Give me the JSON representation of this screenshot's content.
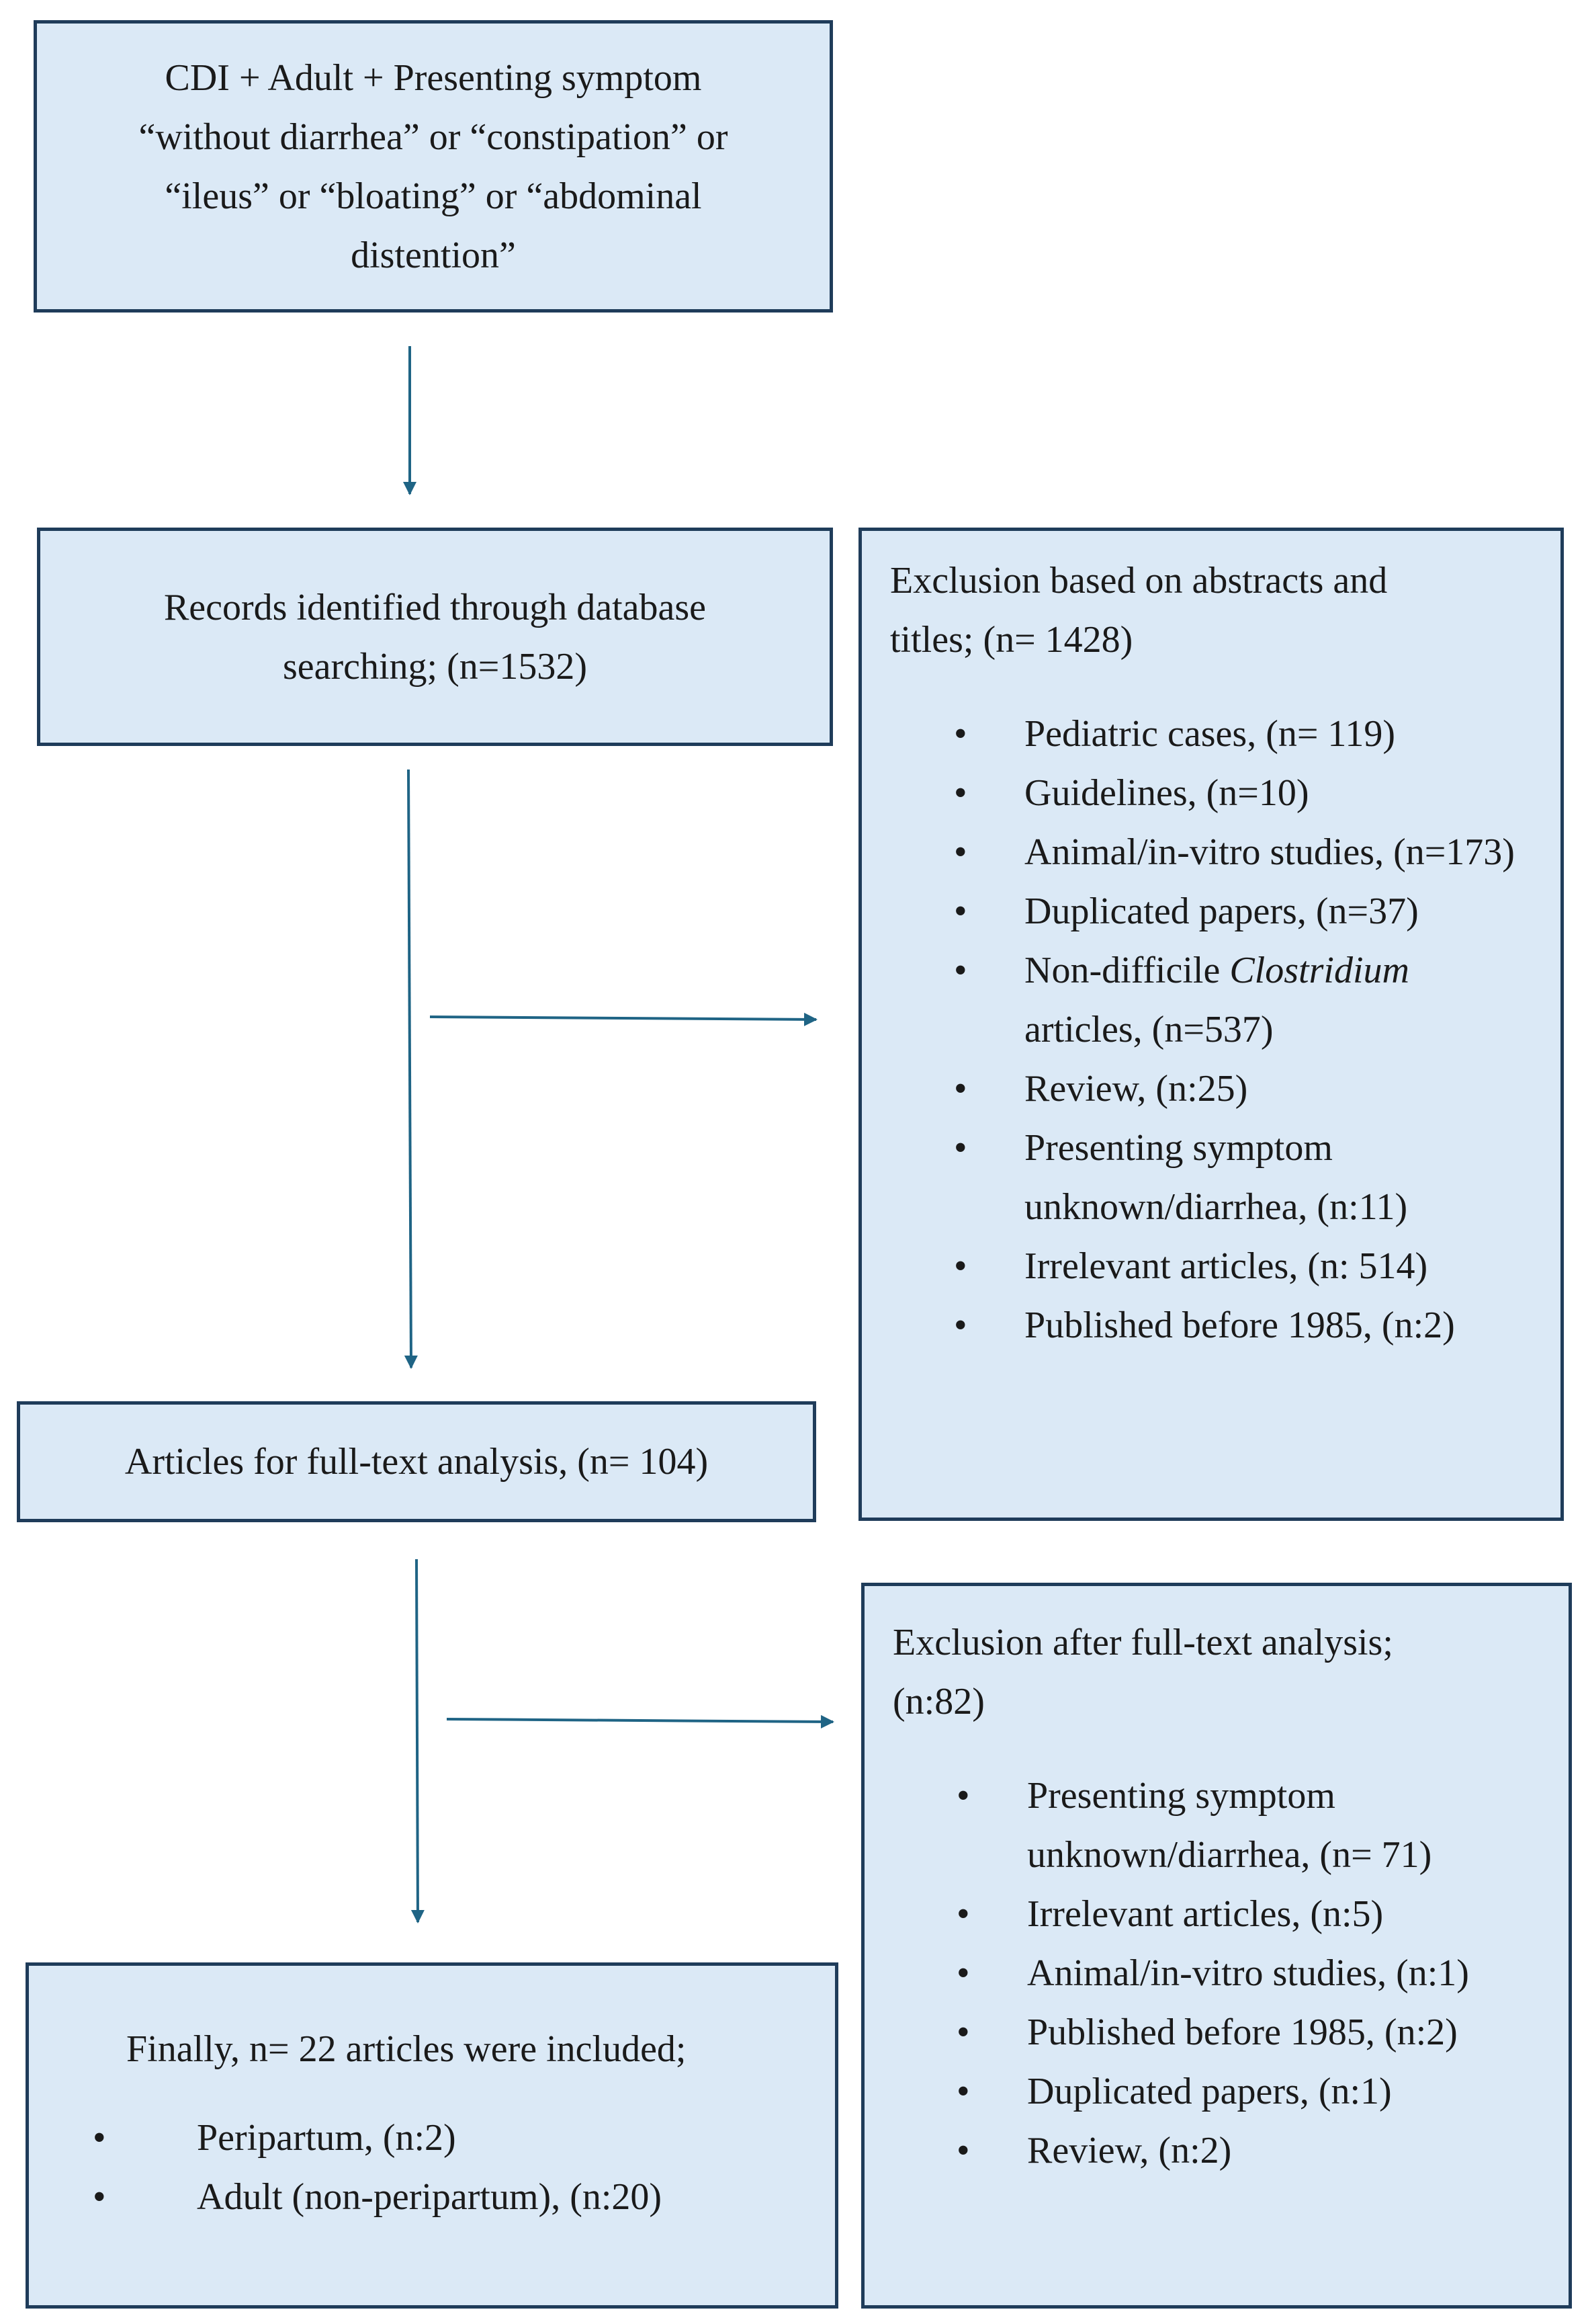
{
  "search_box": {
    "lines": [
      "CDI + Adult + Presenting symptom",
      "“without diarrhea” or “constipation” or",
      "“ileus” or “bloating” or “abdominal",
      "distention”"
    ]
  },
  "records_box": {
    "lines": [
      "Records identified through database",
      "searching; (n=1532)"
    ]
  },
  "exclusion1": {
    "heading_lines": [
      "Exclusion based on abstracts and",
      "titles; (n= 1428)"
    ],
    "items": [
      "Pediatric cases, (n= 119)",
      "Guidelines, (n=10)",
      "Animal/in-vitro studies, (n=173)",
      "Duplicated papers, (n=37)",
      "Non-difficile",
      "Clostridium",
      "articles, (n=537)",
      "Review, (n:25)",
      "Presenting symptom unknown/diarrhea, (n:11)",
      "Irrelevant articles, (n: 514)",
      "Published before 1985, (n:2)"
    ]
  },
  "fulltext_box": {
    "label": "Articles for full-text analysis, (n= 104)"
  },
  "exclusion2": {
    "heading_lines": [
      "Exclusion after full-text analysis;",
      "(n:82)"
    ],
    "items": [
      "Presenting symptom unknown/diarrhea, (n= 71)",
      "Irrelevant articles, (n:5)",
      "Animal/in-vitro studies, (n:1)",
      "Published before 1985, (n:2)",
      "Duplicated papers, (n:1)",
      "Review, (n:2)"
    ]
  },
  "included_box": {
    "heading": "Finally, n= 22 articles were included;",
    "items": [
      "Peripartum, (n:2)",
      "Adult (non-peripartum), (n:20)"
    ]
  },
  "colors": {
    "box_fill": "#dbe9f6",
    "box_border": "#1f3c5a",
    "arrow": "#1f6485"
  }
}
